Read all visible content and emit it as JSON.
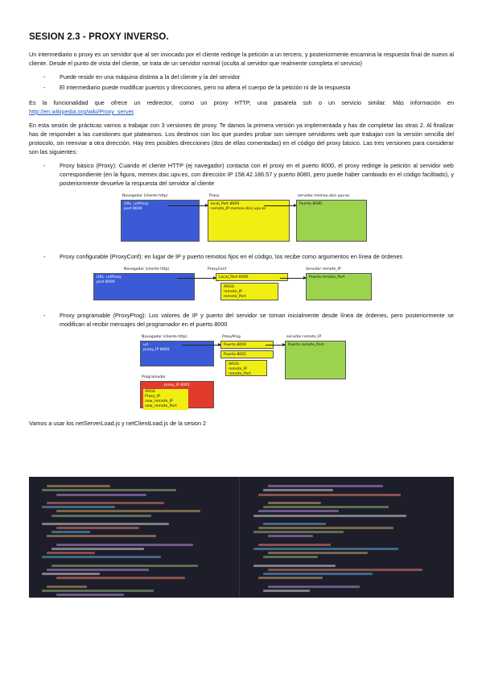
{
  "title": "SESION 2.3 - PROXY INVERSO.",
  "intro": "Un intermediario o proxy es un servidor que al ser invocado por el cliente redirige la petición a un tercero, y posteriormente encamina la respuesta final de nuevo al cliente. Desde el punto de vista del cliente, se trata de un servidor normal (oculta al servidor que realmente completa el servicio)",
  "bullets1": [
    "Puede residir en una máquina distinta a la del cliente y la del servidor",
    "El intermediario puede modificar puertos y direcciones, pero no altera el cuerpo de la petición ni de la respuesta"
  ],
  "func_text": "Es la funcionalidad que ofrece un redirector, como un proxy HTTP, una pasarela ssh o un servicio similar. Más información en",
  "func_link": "http://en.wikipedia.org/wiki/Proxy_server",
  "func_end": ".",
  "session_text": "En esta sesión de prácticas vamos a trabajar con 3 versiones de proxy. Te damos la primera versión ya implementada y has de completar las otras 2. Al finalizar has de responder a las cuestiones que plateamos. Los destinos con los que puedes probar son siempre servidores web que trabajan con la versión sencilla del protocolo, sin reenviar a otra dirección. Hay tres posibles direcciones (dos de ellas comentadas) en el código del proxy básico. Las tres versiones para considerar son las siguientes:",
  "versions": [
    "Proxy básico (Proxy): Cuando el cliente HTTP (ej navegador) contacta con el proxy en el puerto 8000, el proxy redirige la petición al servidor web correspondiente (en la figura, memex.dsic.upv.es, con dirección IP 158.42.186.57 y puerto 8080, pero puede haber cambiado en el código facilitado), y posteriormente devuelve la respuesta del servidor al cliente",
    "Proxy configurable (ProxyConf): en lugar de IP y puerto remotos fijos en el código, los recibe como argumentos en línea de órdenes",
    "Proxy programable (ProxyProg): Los valores de IP y puerto del servidor se toman inicialmente desde línea de órdenes, pero posteriormente se modifican al recibir mensajes del programador en el puerto 8000"
  ],
  "diagram1": {
    "labels": [
      "Navegador (cliente http)",
      "Proxy",
      "servidor memex.dsic.upv.es"
    ],
    "client": [
      "URL: urlProxy",
      "port 8000"
    ],
    "proxy": [
      "local_Port 8000",
      "remote_IP memex.dsic.upv.es"
    ],
    "server": [
      "Puerto 8080"
    ]
  },
  "diagram2": {
    "labels": [
      "Navegador (cliente http)",
      "ProxyConf",
      "Servidor remote_IP"
    ],
    "client": [
      "URL: urlProxy",
      "port 8000"
    ],
    "proxy_top": [
      "Local_Port 8000"
    ],
    "proxy_args": [
      "ARGS",
      "remote_IP",
      "remote_Port"
    ],
    "server": [
      "Puerto remote_Port"
    ]
  },
  "diagram3": {
    "labels": [
      "Navegador (cliente http)",
      "ProxyProg",
      "servidor remote_IP",
      "Programador"
    ],
    "client": [
      "url",
      "proxy_IP 8000"
    ],
    "proxy_a": [
      "Puerto 8000"
    ],
    "proxy_b": [
      "Puerto 8001"
    ],
    "proxy_args": [
      "ARGS",
      "remote_IP",
      "remote_Port"
    ],
    "server": [
      "Puerto remote_Port"
    ],
    "prog_title": [
      "proxy_IP 8001"
    ],
    "prog_args": [
      "ARGS",
      "Proxy_IP",
      "new_remote_IP",
      "new_remote_Port"
    ]
  },
  "outro": "Vamos a usar los netServerLoad.js y netClientLoad.js de la sesion 2",
  "colors": {
    "blue": "#3b5bd6",
    "yellow": "#f1ee12",
    "green": "#9bd44c",
    "red": "#e23a2b",
    "link": "#1a56c7"
  }
}
